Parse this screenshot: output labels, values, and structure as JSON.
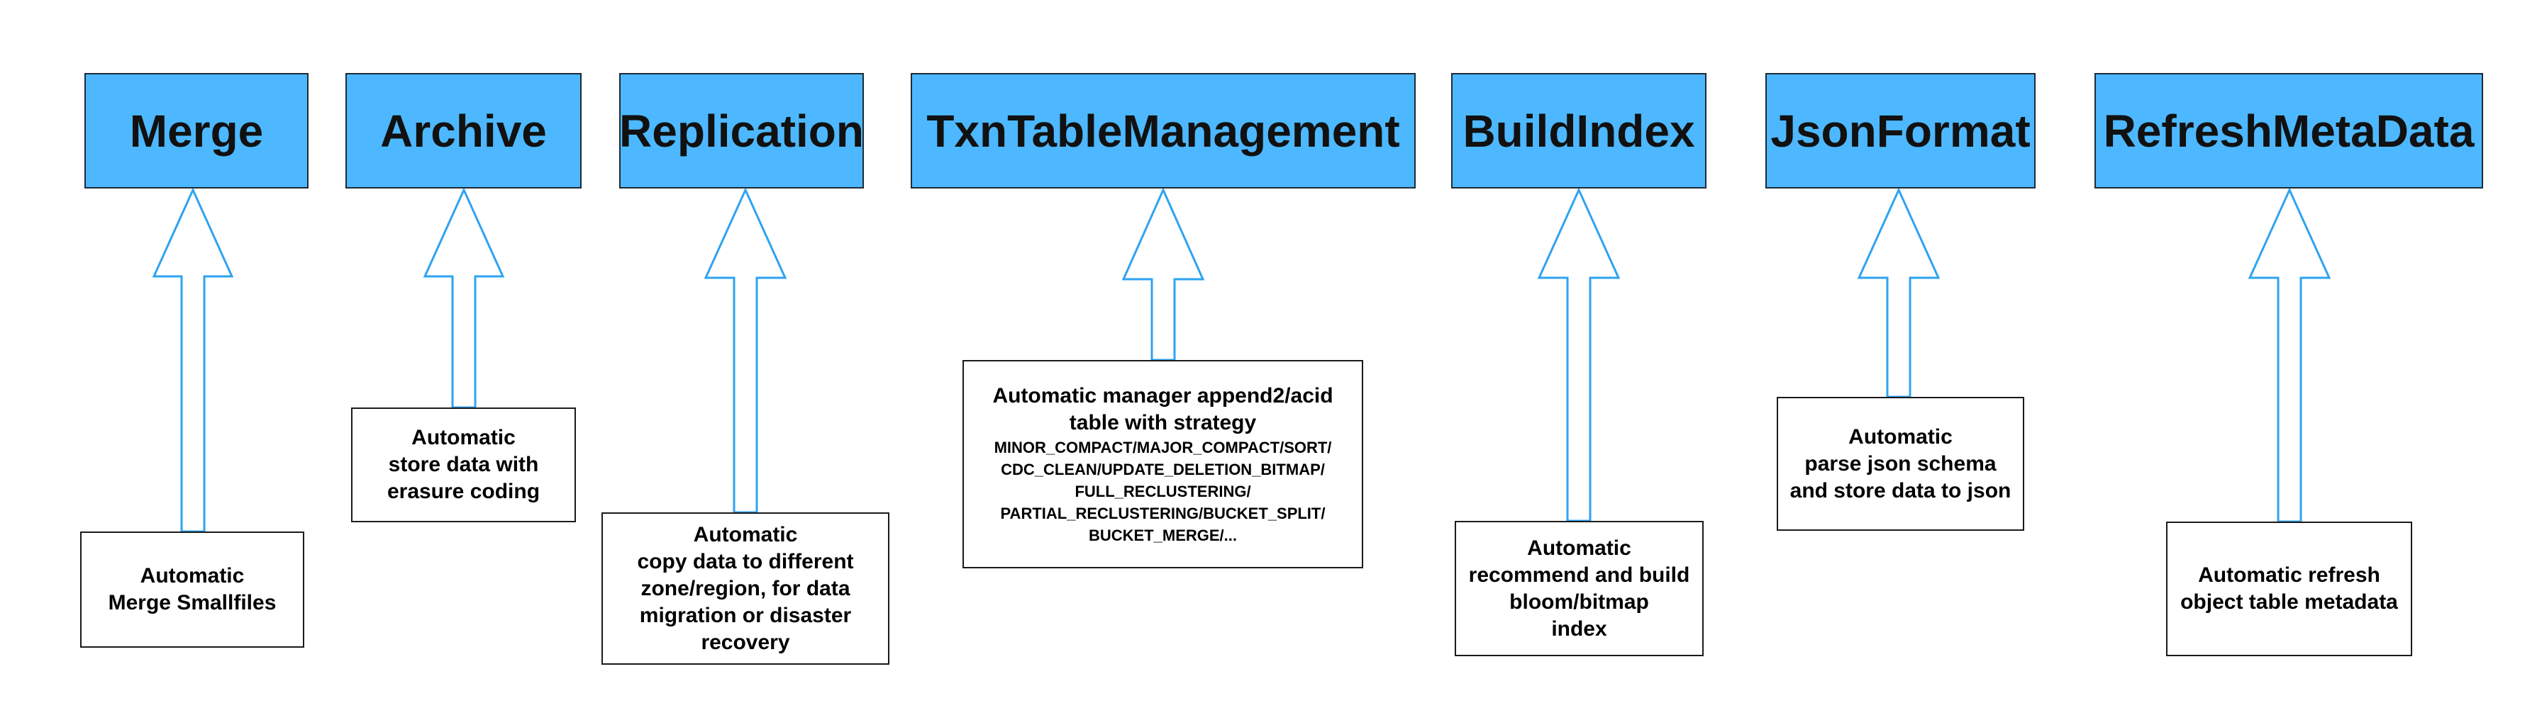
{
  "nodes": [
    {
      "id": "merge",
      "title": "Merge",
      "desc_lines": [
        "Automatic",
        "Merge Smallfiles"
      ],
      "desc_small": []
    },
    {
      "id": "archive",
      "title": "Archive",
      "desc_lines": [
        "Automatic",
        "store data with",
        "erasure coding"
      ],
      "desc_small": []
    },
    {
      "id": "replication",
      "title": "Replication",
      "desc_lines": [
        "Automatic",
        "copy data to different",
        "zone/region, for data",
        "migration or disaster",
        "recovery"
      ],
      "desc_small": []
    },
    {
      "id": "txn",
      "title": "TxnTableManagement",
      "desc_lines": [
        "Automatic manager append2/acid",
        "table with strategy"
      ],
      "desc_small": [
        "MINOR_COMPACT/MAJOR_COMPACT/SORT/",
        "CDC_CLEAN/UPDATE_DELETION_BITMAP/",
        "FULL_RECLUSTERING/",
        "PARTIAL_RECLUSTERING/BUCKET_SPLIT/",
        "BUCKET_MERGE/..."
      ]
    },
    {
      "id": "buildindex",
      "title": "BuildIndex",
      "desc_lines": [
        "Automatic",
        "recommend and build",
        "bloom/bitmap",
        "index"
      ],
      "desc_small": []
    },
    {
      "id": "jsonformat",
      "title": "JsonFormat",
      "desc_lines": [
        "Automatic",
        "parse json schema",
        "and store data to json"
      ],
      "desc_small": []
    },
    {
      "id": "refresh",
      "title": "RefreshMetaData",
      "desc_lines": [
        "Automatic refresh",
        "object table metadata"
      ],
      "desc_small": []
    }
  ],
  "colors": {
    "header_fill": "#4db8ff",
    "arrow_stroke": "#2ea3f2",
    "box_border": "#1a1a1a"
  }
}
